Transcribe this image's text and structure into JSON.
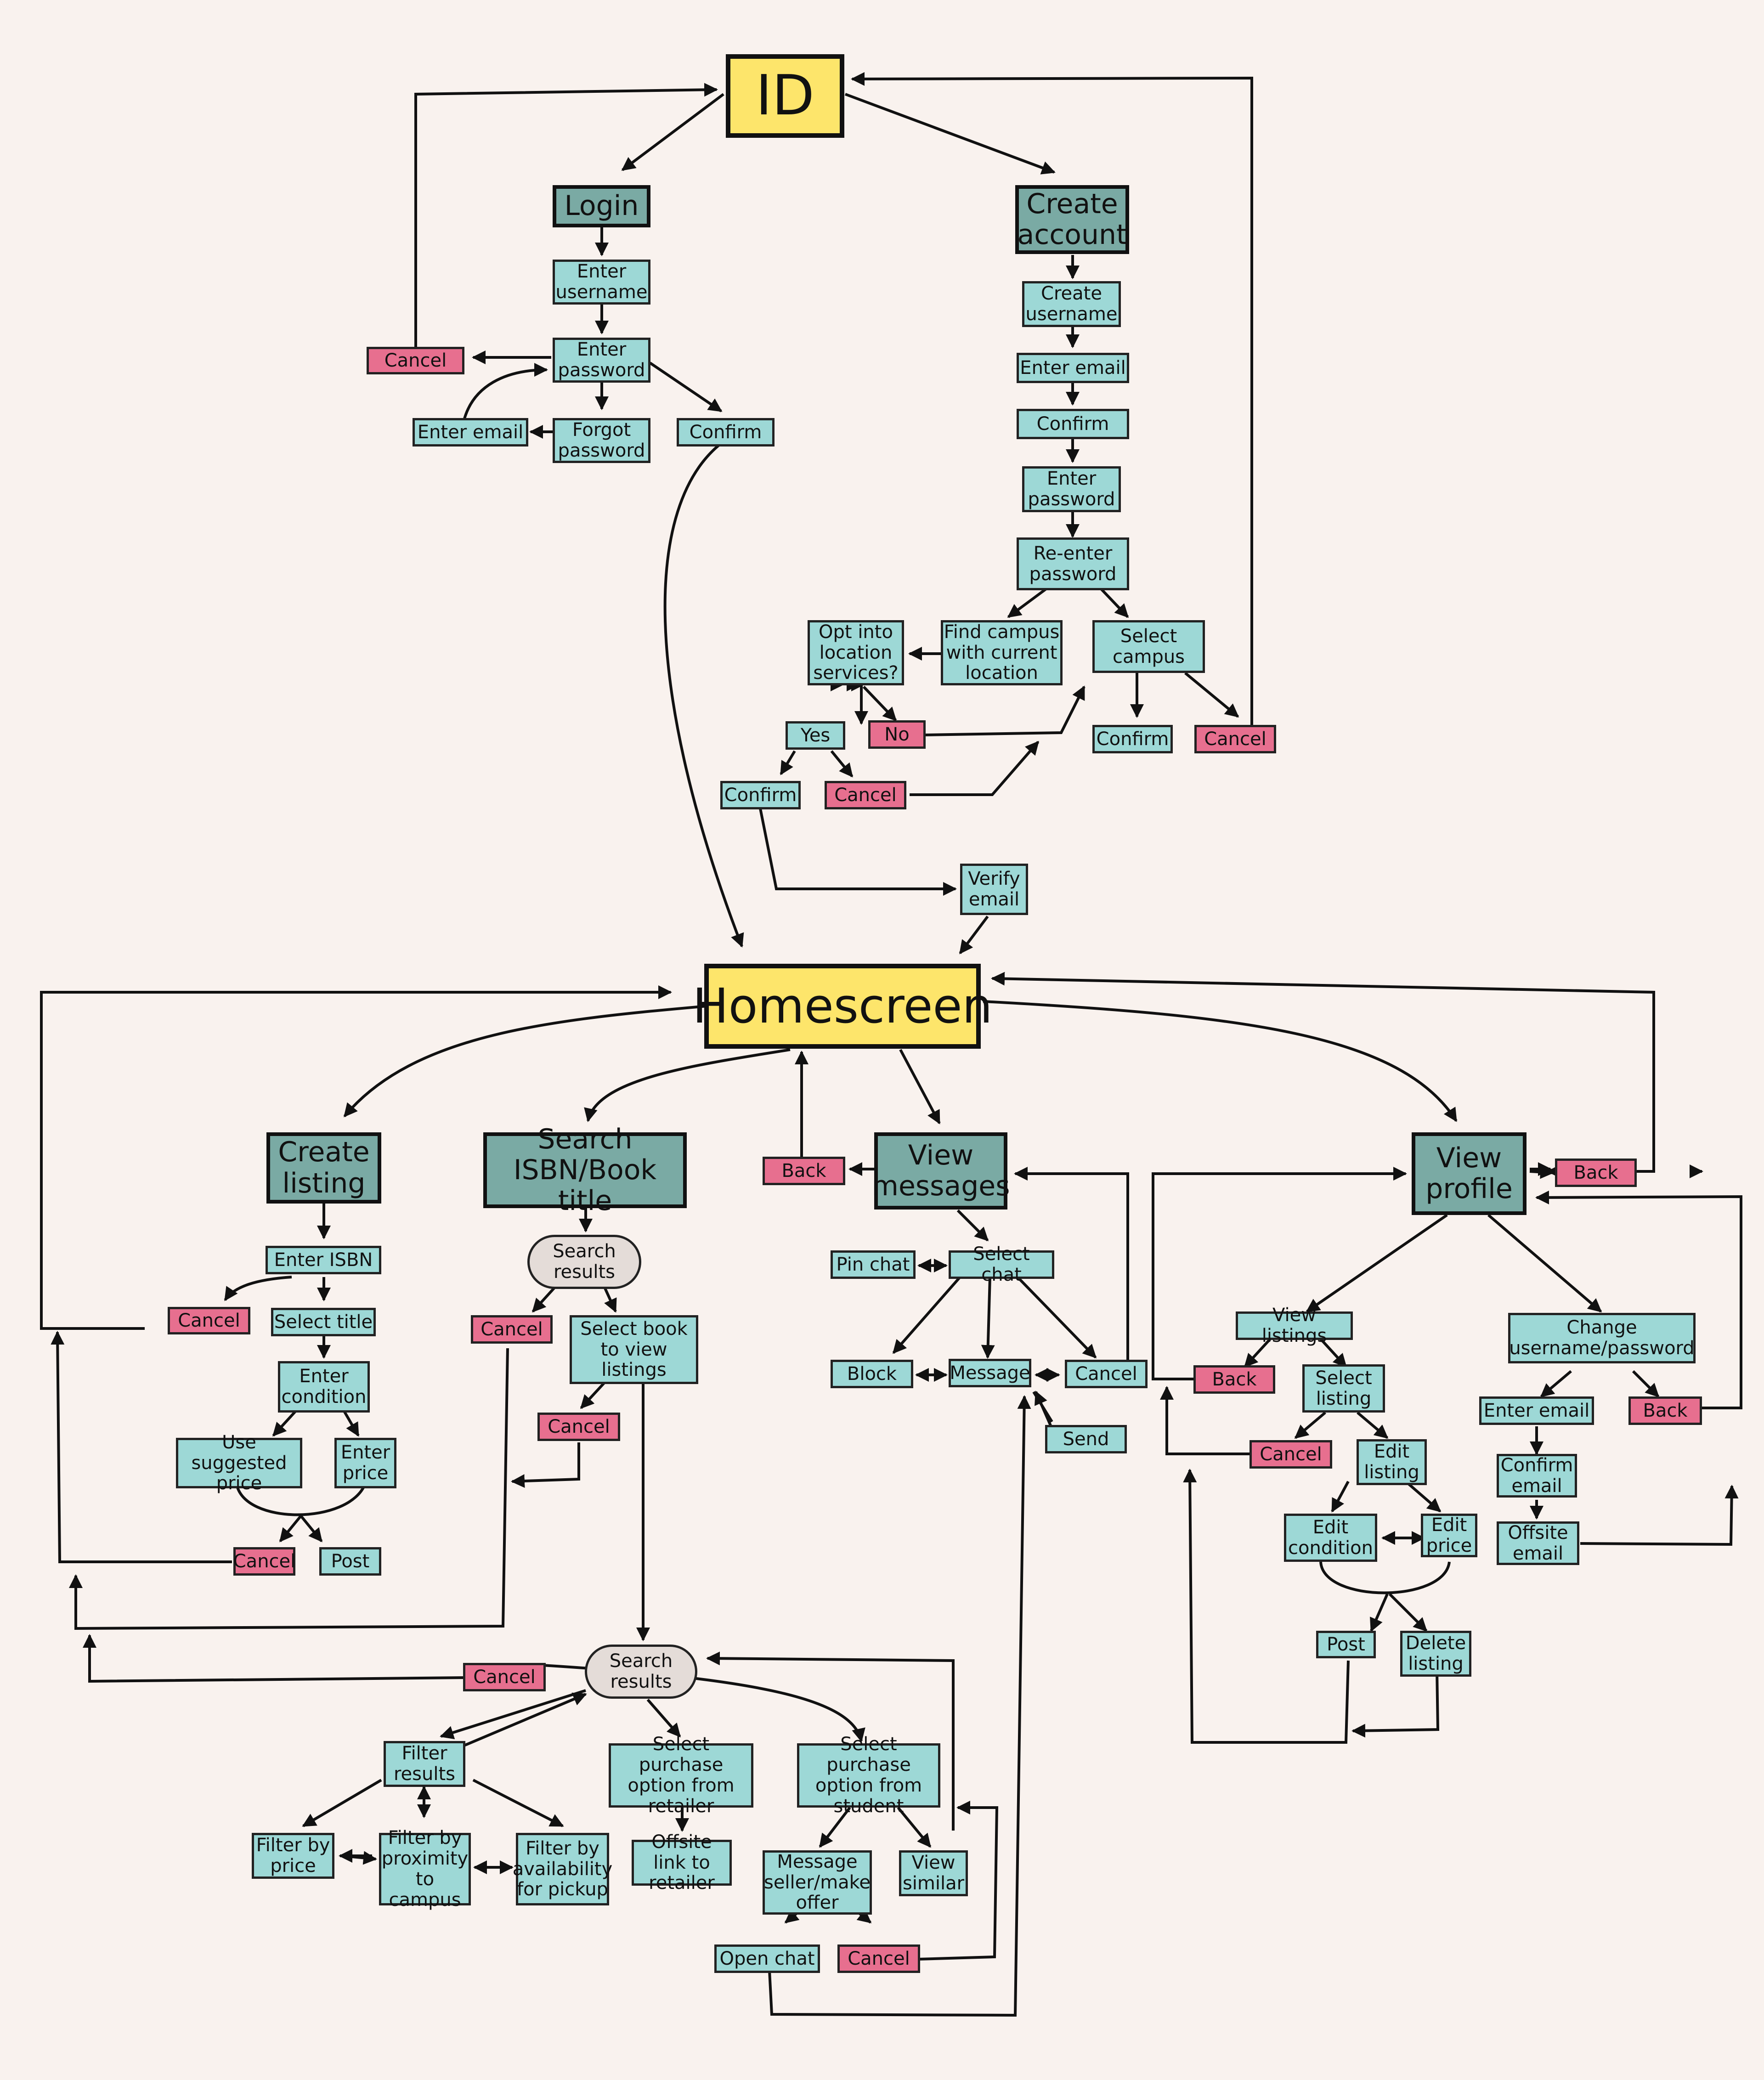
{
  "nodes": {
    "id": "ID",
    "login": "Login",
    "create_account": "Create account",
    "enter_username": "Enter username",
    "enter_password": "Enter password",
    "login_cancel": "Cancel",
    "enter_email": "Enter email",
    "forgot_password": "Forgot password",
    "login_confirm": "Confirm",
    "create_username": "Create username",
    "ca_enter_email": "Enter email",
    "ca_confirm": "Confirm",
    "ca_enter_password": "Enter password",
    "reenter_password": "Re-enter password",
    "find_campus": "Find campus with current location",
    "select_campus": "Select campus",
    "opt_location": "Opt into location services?",
    "yes": "Yes",
    "no": "No",
    "campus_confirm": "Confirm",
    "campus_cancel": "Cancel",
    "yes_confirm": "Confirm",
    "yes_cancel": "Cancel",
    "verify_email": "Verify email",
    "homescreen": "Homescreen",
    "create_listing": "Create listing",
    "search_isbn": "Search ISBN/Book title",
    "view_messages": "View messages",
    "view_profile": "View profile",
    "msg_back": "Back",
    "profile_back": "Back",
    "enter_isbn": "Enter ISBN",
    "cl_cancel": "Cancel",
    "select_title": "Select title",
    "enter_condition": "Enter condition",
    "use_suggested_price": "Use suggested price",
    "enter_price": "Enter price",
    "cl_cancel2": "Cancel",
    "post": "Post",
    "search_results1": "Search results",
    "sr_cancel": "Cancel",
    "select_book": "Select book to view listings",
    "sb_cancel": "Cancel",
    "search_results2": "Search results",
    "sr2_cancel": "Cancel",
    "filter_results": "Filter results",
    "select_retailer": "Select purchase option from retailer",
    "select_student": "Select purchase option from student",
    "filter_price": "Filter by price",
    "filter_proximity": "Filter by proximity to campus",
    "filter_availability": "Filter by availability for pickup",
    "offsite_link": "Offsite link to retailer",
    "message_seller": "Message seller/make offer",
    "view_similar": "View similar",
    "open_chat": "Open chat",
    "ms_cancel": "Cancel",
    "pin_chat": "Pin chat",
    "select_chat": "Select chat",
    "block": "Block",
    "message": "Message",
    "vm_cancel": "Cancel",
    "send": "Send",
    "view_listings": "View listings",
    "vl_back": "Back",
    "select_listing": "Select listing",
    "sl_cancel": "Cancel",
    "edit_listing": "Edit listing",
    "edit_condition": "Edit condition",
    "edit_price": "Edit price",
    "vp_post": "Post",
    "delete_listing": "Delete listing",
    "change_credentials": "Change username/password",
    "vp_enter_email": "Enter email",
    "cc_back": "Back",
    "confirm_email": "Confirm email",
    "offsite_email": "Offsite email"
  },
  "colors": {
    "background": "#f9f2ee",
    "step": "#9dd8d6",
    "section": "#7aaaa4",
    "cancel": "#e76f8f",
    "root": "#fde56b",
    "results": "#e4dcd8",
    "edge": "#111111"
  }
}
